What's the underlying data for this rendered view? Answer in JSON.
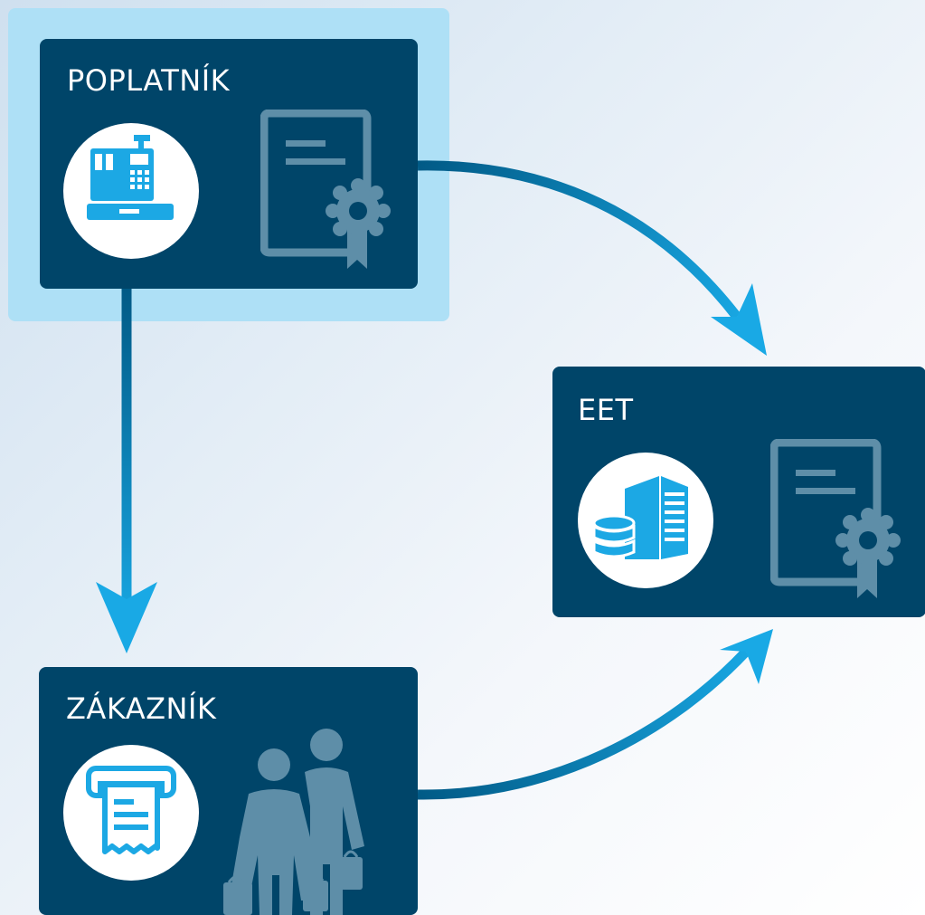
{
  "nodes": {
    "poplatnik": {
      "title": "POPLATNÍK",
      "icons": [
        "cash-register-icon",
        "certificate-icon"
      ]
    },
    "eet": {
      "title": "EET",
      "icons": [
        "server-database-icon",
        "certificate-icon"
      ]
    },
    "zakaznik": {
      "title": "ZÁKAZNÍK",
      "icons": [
        "receipt-icon",
        "customers-shopping-icon"
      ]
    }
  },
  "edges": [
    {
      "from": "poplatnik",
      "to": "zakaznik"
    },
    {
      "from": "poplatnik",
      "to": "eet"
    },
    {
      "from": "zakaznik",
      "to": "eet"
    }
  ],
  "colors": {
    "card_background": "#004569",
    "arrow_dark": "#015a86",
    "arrow_light": "#19a9e5",
    "icon_accent": "#1ca8e4",
    "icon_muted": "#5e8ea8",
    "highlight": "#aee0f6"
  }
}
